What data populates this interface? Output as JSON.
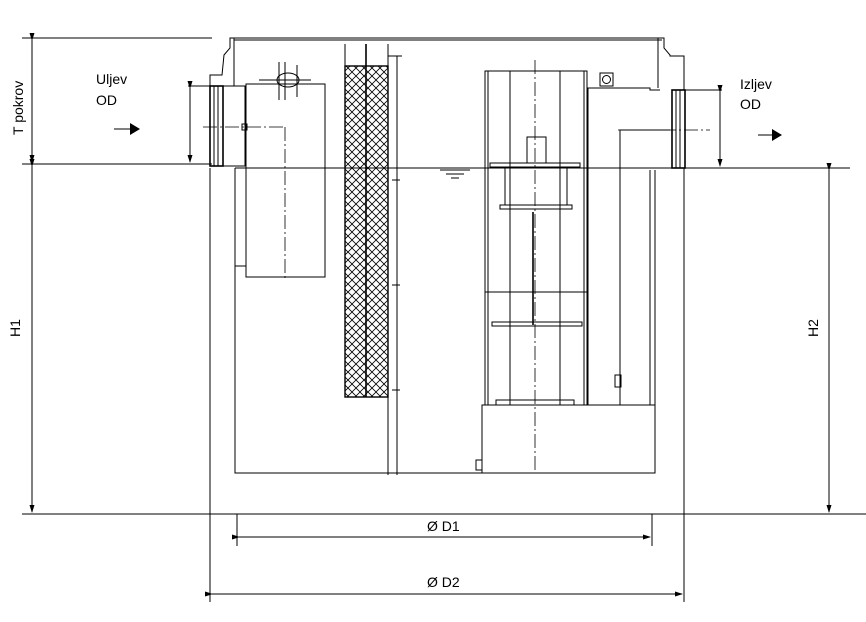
{
  "title": "Separator cross-section drawing",
  "labels": {
    "t_pokrov": "T pokrov",
    "inlet": "Uljev",
    "inlet_od": "OD",
    "outlet": "Izljev",
    "outlet_od": "OD",
    "h1": "H1",
    "h2": "H2",
    "d1": "Ø D1",
    "d2": "Ø D2"
  }
}
